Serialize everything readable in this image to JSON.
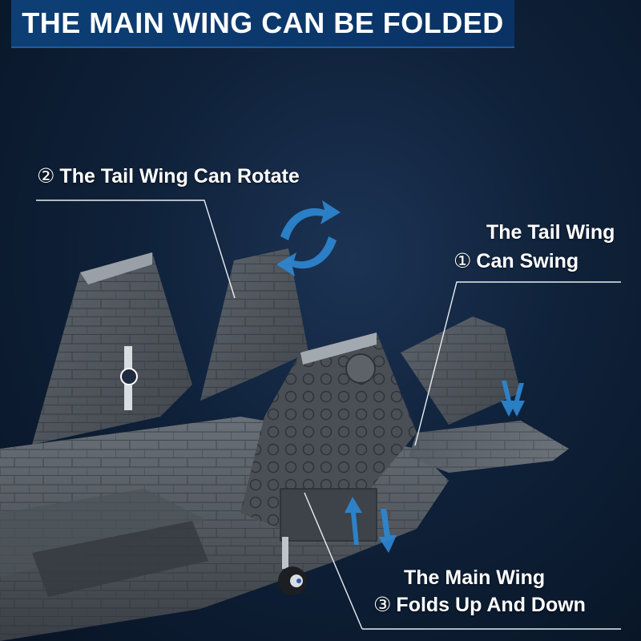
{
  "header": {
    "title": "THE MAIN WING CAN BE FOLDED"
  },
  "callouts": {
    "tail_rotate": {
      "number": "②",
      "text": "The Tail Wing Can Rotate"
    },
    "tail_swing": {
      "number": "①",
      "line1": "The Tail Wing",
      "line2": "Can Swing"
    },
    "main_fold": {
      "number": "③",
      "line1": "The Main Wing",
      "line2": "Folds Up And Down"
    }
  },
  "colors": {
    "background": "#0f2139",
    "banner": "#0d3f75",
    "arrow": "#2d88d4",
    "model_gray": "#5a6068"
  }
}
